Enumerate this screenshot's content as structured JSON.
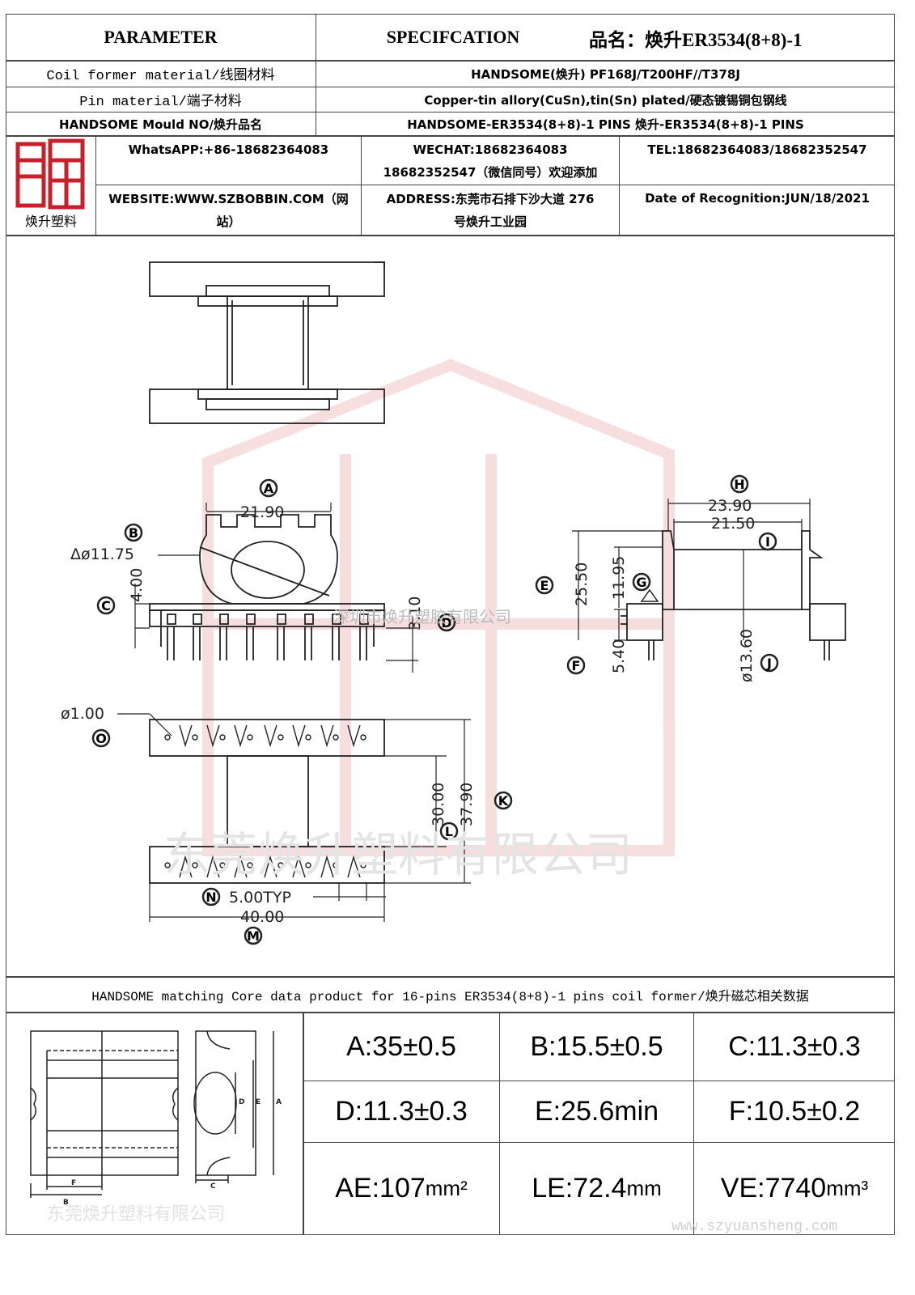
{
  "header": {
    "parameter": "PARAMETER",
    "specification": "SPECIFCATION",
    "product_name_label": "品名：焕升",
    "product_name_value": "ER3534(8+8)-1"
  },
  "rows": [
    {
      "label": "Coil former material/线圈材料",
      "value": "HANDSOME(焕升)  PF168J/T200HF//T378J"
    },
    {
      "label": "Pin material/端子材料",
      "value": "Copper-tin allory(CuSn),tin(Sn) plated/硬态镀锡铜包钢线"
    },
    {
      "label": "HANDSOME Mould NO/焕升品名",
      "value": "HANDSOME-ER3534(8+8)-1 PINS   焕升-ER3534(8+8)-1 PINS"
    }
  ],
  "company": {
    "logo_caption": "焕升塑料",
    "logo_color": "#c8202a",
    "whatsapp": "WhatsAPP:+86-18682364083",
    "wechat_line1": "WECHAT:18682364083",
    "wechat_line2": "18682352547（微信同号）欢迎添加",
    "tel": "TEL:18682364083/18682352547",
    "website_line1": "WEBSITE:WWW.SZBOBBIN.COM（网",
    "website_line2": "站）",
    "address_line1": "ADDRESS:东莞市石排下沙大道 276",
    "address_line2": "号焕升工业园",
    "date": "Date of Recognition:JUN/18/2021"
  },
  "drawing": {
    "watermark_mid": "深圳市焕升塑胶有限公司",
    "watermark_bottom": "东莞焕升塑料有限公司",
    "dims": {
      "A": "21.90",
      "B": "Δø11.75",
      "C": "4.00",
      "D": "3.10",
      "E": "25.50",
      "G": "11.95",
      "F": "5.40",
      "H": "23.90",
      "I": "21.50",
      "J": "ø13.60",
      "O": "ø1.00",
      "L": "30.00",
      "K": "37.90",
      "N": "5.00TYP",
      "M": "40.00"
    },
    "letters": {
      "A": "A",
      "B": "B",
      "C": "C",
      "D": "D",
      "E": "E",
      "F": "F",
      "G": "G",
      "H": "H",
      "I": "I",
      "J": "J",
      "K": "K",
      "L": "L",
      "M": "M",
      "N": "N",
      "O": "O"
    }
  },
  "core_section": {
    "title": "HANDSOME matching Core data  product for 16-pins ER3534(8+8)-1 pins coil former/焕升磁芯相关数据",
    "fig_labels": {
      "A": "A",
      "B": "B",
      "C": "C",
      "D": "D",
      "E": "E",
      "F": "F"
    },
    "watermark": "东莞焕升塑料有限公司",
    "website_watermark": "www.szyuansheng.com",
    "specs": [
      [
        "A:35±0.5",
        "B:15.5±0.5",
        "C:11.3±0.3"
      ],
      [
        "D:11.3±0.3",
        "E:25.6min",
        "F:10.5±0.2"
      ]
    ],
    "bottom": {
      "ae_label": "AE:107",
      "ae_unit": "mm²",
      "le_label": "LE:72.4",
      "le_unit": "mm",
      "ve_label": "VE:7740",
      "ve_unit": "mm³"
    }
  }
}
